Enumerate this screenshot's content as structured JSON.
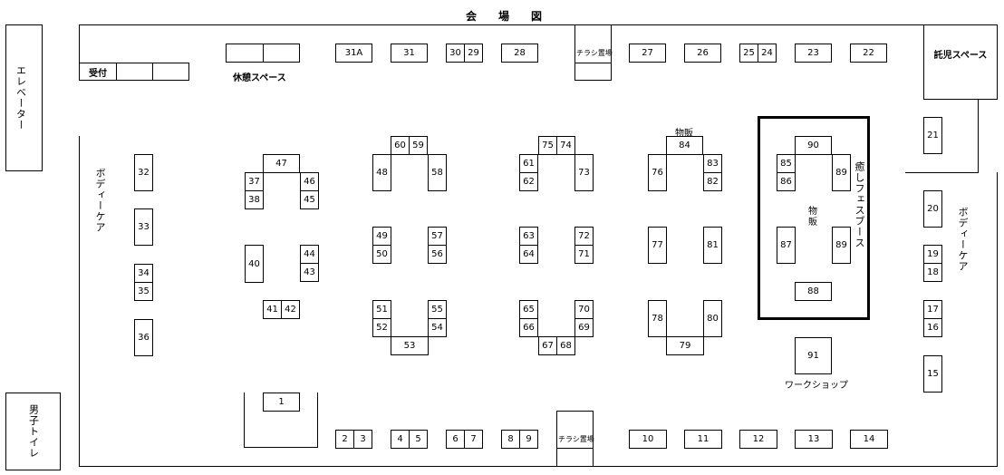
{
  "title": "会　　場　　図",
  "elevator": "エレベーター",
  "mens_toilet": "男子トイレ",
  "reception": "受付",
  "rest_space": "休憩スペース",
  "nursery_space": "託児スペース",
  "flyer_top": "チラシ置場",
  "flyer_bottom": "チラシ置場",
  "body_care_left": "ボディーケア",
  "body_care_right": "ボディーケア",
  "healing_fes_booth": "癒しフェスブース",
  "sales_label_84": "物販",
  "sales_label_inner": "物販",
  "workshop": "ワークショップ",
  "booths": {
    "b31A": "31A",
    "b31": "31",
    "b30": "30",
    "b29": "29",
    "b28": "28",
    "b27": "27",
    "b26": "26",
    "b25": "25",
    "b24": "24",
    "b23": "23",
    "b22": "22",
    "b21": "21",
    "b20": "20",
    "b19": "19",
    "b18": "18",
    "b17": "17",
    "b16": "16",
    "b15": "15",
    "b32": "32",
    "b33": "33",
    "b34": "34",
    "b35": "35",
    "b36": "36",
    "b47": "47",
    "b37": "37",
    "b38": "38",
    "b46": "46",
    "b45": "45",
    "b40": "40",
    "b44": "44",
    "b43": "43",
    "b41": "41",
    "b42": "42",
    "b60": "60",
    "b59": "59",
    "b48": "48",
    "b58": "58",
    "b49": "49",
    "b50": "50",
    "b57": "57",
    "b56": "56",
    "b51": "51",
    "b52": "52",
    "b55": "55",
    "b54": "54",
    "b53": "53",
    "b75": "75",
    "b74": "74",
    "b61": "61",
    "b62": "62",
    "b73": "73",
    "b63": "63",
    "b64": "64",
    "b72": "72",
    "b71": "71",
    "b65": "65",
    "b66": "66",
    "b70": "70",
    "b69": "69",
    "b67": "67",
    "b68": "68",
    "b84": "84",
    "b76": "76",
    "b83": "83",
    "b82": "82",
    "b77": "77",
    "b81": "81",
    "b78": "78",
    "b80": "80",
    "b79": "79",
    "b90": "90",
    "b85": "85",
    "b86": "86",
    "b89a": "89",
    "b87": "87",
    "b89b": "89",
    "b88": "88",
    "b91": "91",
    "b1": "1",
    "b2": "2",
    "b3": "3",
    "b4": "4",
    "b5": "5",
    "b6": "6",
    "b7": "7",
    "b8": "8",
    "b9": "9",
    "b10": "10",
    "b11": "11",
    "b12": "12",
    "b13": "13",
    "b14": "14"
  }
}
